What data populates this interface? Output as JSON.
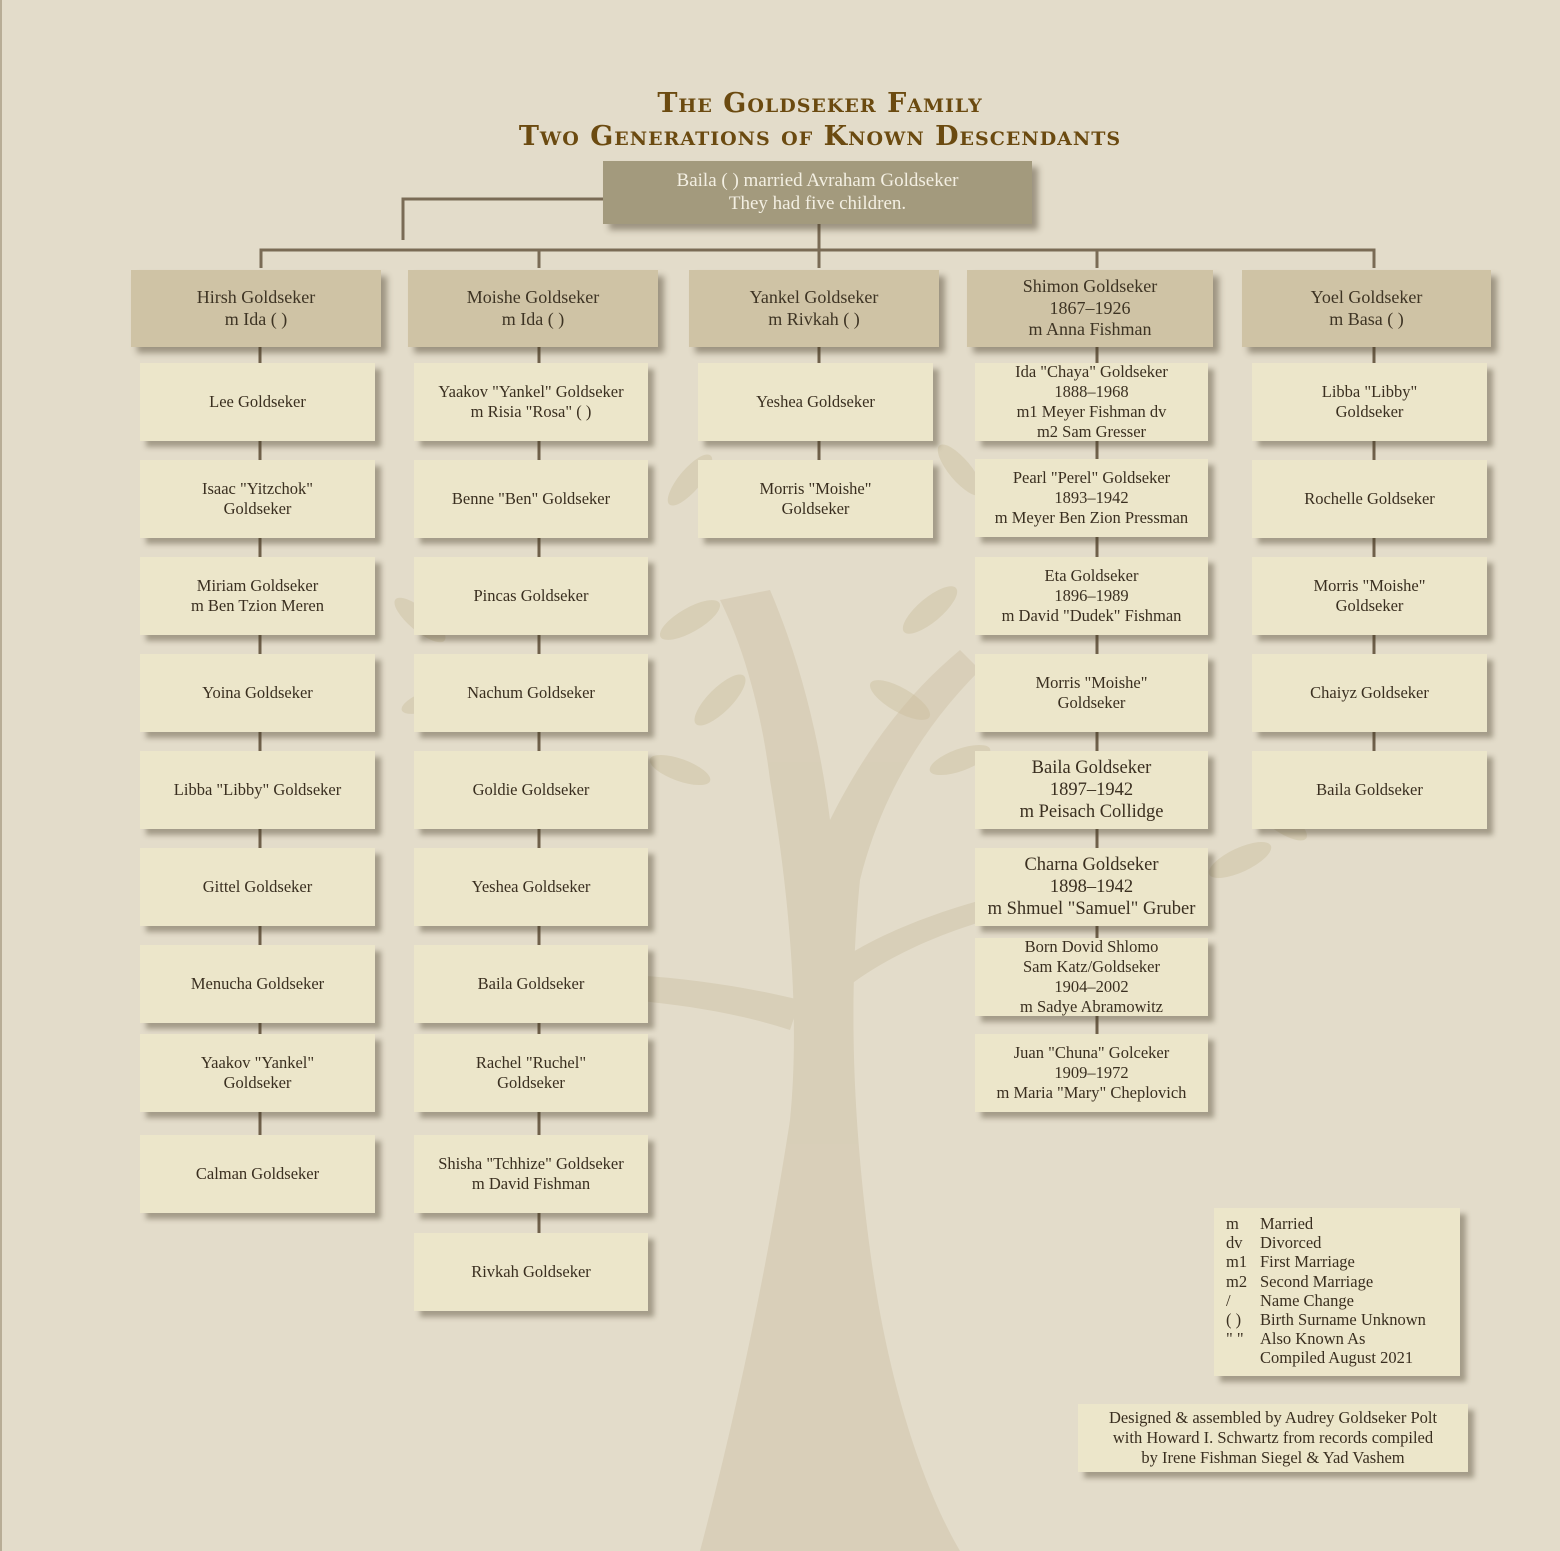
{
  "title": {
    "line1": "The Goldseker Family",
    "line2": "Two Generations of Known Descendants"
  },
  "root": {
    "line1": "Baila ( ) married Avraham Goldseker",
    "line2": "They had five children."
  },
  "colors": {
    "background": "#e3dcca",
    "title": "#6b4a10",
    "root_box": "#a39a7d",
    "child_box": "#cfc3a5",
    "grandchild_box": "#ece6ca",
    "connector": "#7a6b55"
  },
  "children": [
    {
      "lines": [
        "Hirsh Goldseker",
        "m Ida ( )"
      ],
      "descendants": [
        [
          "Lee Goldseker"
        ],
        [
          "Isaac \"Yitzchok\"",
          "Goldseker"
        ],
        [
          "Miriam Goldseker",
          "m Ben Tzion Meren"
        ],
        [
          "Yoina Goldseker"
        ],
        [
          "Libba \"Libby\" Goldseker"
        ],
        [
          "Gittel Goldseker"
        ],
        [
          "Menucha Goldseker"
        ],
        [
          "Yaakov \"Yankel\"",
          "Goldseker"
        ],
        [
          "Calman Goldseker"
        ]
      ]
    },
    {
      "lines": [
        "Moishe Goldseker",
        "m Ida ( )"
      ],
      "descendants": [
        [
          "Yaakov \"Yankel\" Goldseker",
          "m Risia \"Rosa\" ( )"
        ],
        [
          "Benne \"Ben\" Goldseker"
        ],
        [
          "Pincas Goldseker"
        ],
        [
          "Nachum Goldseker"
        ],
        [
          "Goldie Goldseker"
        ],
        [
          "Yeshea Goldseker"
        ],
        [
          "Baila Goldseker"
        ],
        [
          "Rachel \"Ruchel\"",
          "Goldseker"
        ],
        [
          "Shisha \"Tchhize\" Goldseker",
          "m David Fishman"
        ],
        [
          "Rivkah Goldseker"
        ]
      ]
    },
    {
      "lines": [
        "Yankel Goldseker",
        "m Rivkah ( )"
      ],
      "descendants": [
        [
          "Yeshea Goldseker"
        ],
        [
          "Morris \"Moishe\"",
          "Goldseker"
        ]
      ]
    },
    {
      "lines": [
        "Shimon Goldseker",
        "1867–1926",
        "m Anna Fishman"
      ],
      "descendants": [
        [
          "Ida \"Chaya\" Goldseker",
          "1888–1968",
          "m1 Meyer Fishman dv",
          "m2 Sam Gresser"
        ],
        [
          "Pearl \"Perel\" Goldseker",
          "1893–1942",
          "m Meyer Ben Zion Pressman"
        ],
        [
          "Eta Goldseker",
          "1896–1989",
          "m David \"Dudek\" Fishman"
        ],
        [
          "Morris \"Moishe\"",
          "Goldseker"
        ],
        [
          "Baila Goldseker",
          "1897–1942",
          "m Peisach Collidge"
        ],
        [
          "Charna Goldseker",
          "1898–1942",
          "m Shmuel \"Samuel\" Gruber"
        ],
        [
          "Born Dovid Shlomo",
          "Sam Katz/Goldseker",
          "1904–2002",
          "m Sadye Abramowitz"
        ],
        [
          "Juan \"Chuna\" Golceker",
          "1909–1972",
          "m Maria \"Mary\" Cheplovich"
        ]
      ]
    },
    {
      "lines": [
        "Yoel Goldseker",
        "m Basa ( )"
      ],
      "descendants": [
        [
          "Libba \"Libby\"",
          "Goldseker"
        ],
        [
          "Rochelle Goldseker"
        ],
        [
          "Morris \"Moishe\"",
          "Goldseker"
        ],
        [
          "Chaiyz Goldseker"
        ],
        [
          "Baila Goldseker"
        ]
      ]
    }
  ],
  "legend": [
    {
      "key": "m",
      "meaning": "Married"
    },
    {
      "key": "dv",
      "meaning": "Divorced"
    },
    {
      "key": "m1",
      "meaning": "First Marriage"
    },
    {
      "key": "m2",
      "meaning": "Second Marriage"
    },
    {
      "key": "/",
      "meaning": "Name Change"
    },
    {
      "key": "( )",
      "meaning": "Birth Surname Unknown"
    },
    {
      "key": "\" \"",
      "meaning": "Also Known As"
    },
    {
      "key": "",
      "meaning": "Compiled August 2021"
    }
  ],
  "credit": [
    "Designed & assembled by Audrey Goldseker Polt",
    "with Howard I. Schwartz from records compiled",
    "by Irene Fishman Siegel & Yad Vashem"
  ]
}
